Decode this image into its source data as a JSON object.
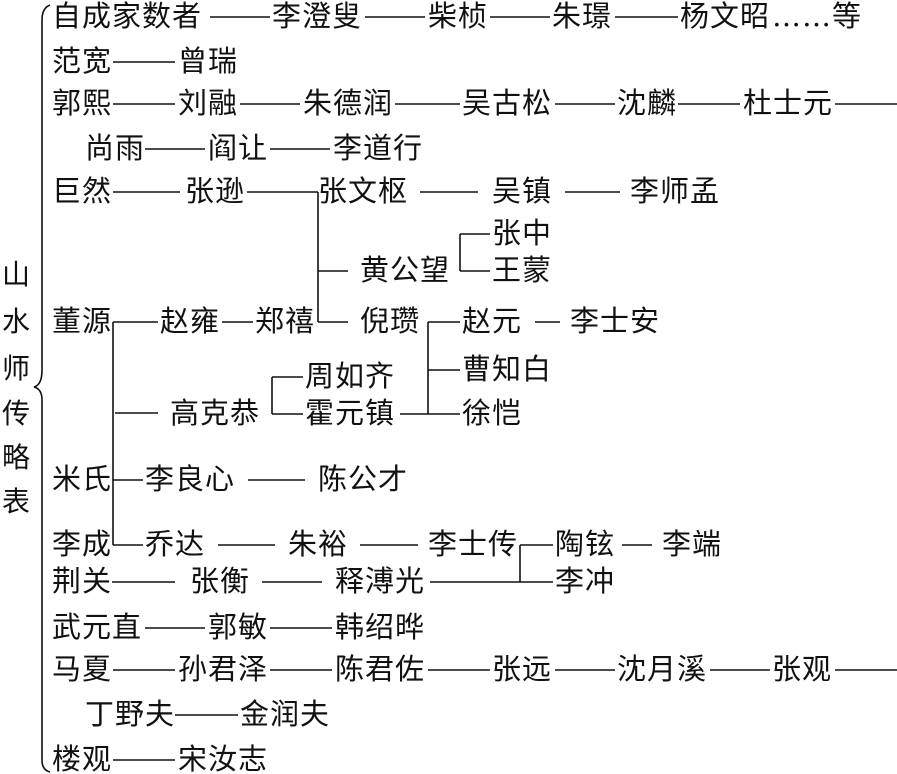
{
  "title": [
    "山",
    "水",
    "师",
    "传",
    "略",
    "表"
  ],
  "rows": {
    "r1": [
      "自成家数者",
      "李澄叟",
      "柴桢",
      "朱璟",
      "杨文昭",
      "……",
      "等"
    ],
    "r2": [
      "范宽",
      "曾瑞"
    ],
    "r3": [
      "郭熙",
      "刘融",
      "朱德润",
      "吴古松",
      "沈麟",
      "杜士元"
    ],
    "r4": [
      "尚雨",
      "阎让",
      "李道行"
    ],
    "r5": [
      "巨然",
      "张逊",
      "张文枢",
      "吴镇",
      "李师孟",
      "张中",
      "黄公望",
      "王蒙"
    ],
    "r6": [
      "董源",
      "赵雍",
      "郑禧",
      "倪瓒",
      "赵元",
      "李士安",
      "曹知白",
      "周如齐",
      "高克恭",
      "霍元镇",
      "徐恺"
    ],
    "r7": [
      "米氏",
      "李良心",
      "陈公才"
    ],
    "r8": [
      "李成",
      "乔达",
      "朱裕",
      "李士传",
      "陶铉",
      "李端"
    ],
    "r9": [
      "荆关",
      "张衡",
      "释溥光",
      "李冲"
    ],
    "r10": [
      "武元直",
      "郭敏",
      "韩绍晔"
    ],
    "r11": [
      "马夏",
      "孙君泽",
      "陈君佐",
      "张远",
      "沈月溪",
      "张观"
    ],
    "r12": [
      "丁野夫",
      "金润夫"
    ],
    "r13": [
      "楼观",
      "宋汝志"
    ]
  }
}
